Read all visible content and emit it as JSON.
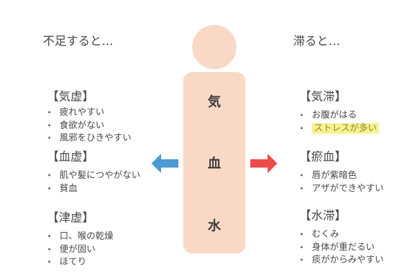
{
  "left": {
    "title": "不足すると…",
    "sections": [
      {
        "heading": "【気虚】",
        "items": [
          "疲れやすい",
          "食欲がない",
          "風邪をひきやすい"
        ]
      },
      {
        "heading": "【血虚】",
        "items": [
          "肌や髪につやがない",
          "貧血"
        ]
      },
      {
        "heading": "【津虚】",
        "items": [
          "口、喉の乾燥",
          "便が固い",
          "ほてり"
        ]
      }
    ]
  },
  "right": {
    "title": "滞ると…",
    "sections": [
      {
        "heading": "【気滞】",
        "items": [
          "お腹がはる",
          "ストレスが多い"
        ]
      },
      {
        "heading": "【瘀血】",
        "items": [
          "唇が紫暗色",
          "アザができやすい"
        ]
      },
      {
        "heading": "【水滞】",
        "items": [
          "むくみ",
          "身体が重だるい",
          "痰がからみやすい"
        ]
      }
    ]
  },
  "figure": {
    "labels": [
      "気",
      "血",
      "水"
    ]
  },
  "colors": {
    "body": "#f9d9c6",
    "left_arrow": "#4a9ad4",
    "right_arrow": "#ef4a4a",
    "highlight": "#f8f28c"
  }
}
